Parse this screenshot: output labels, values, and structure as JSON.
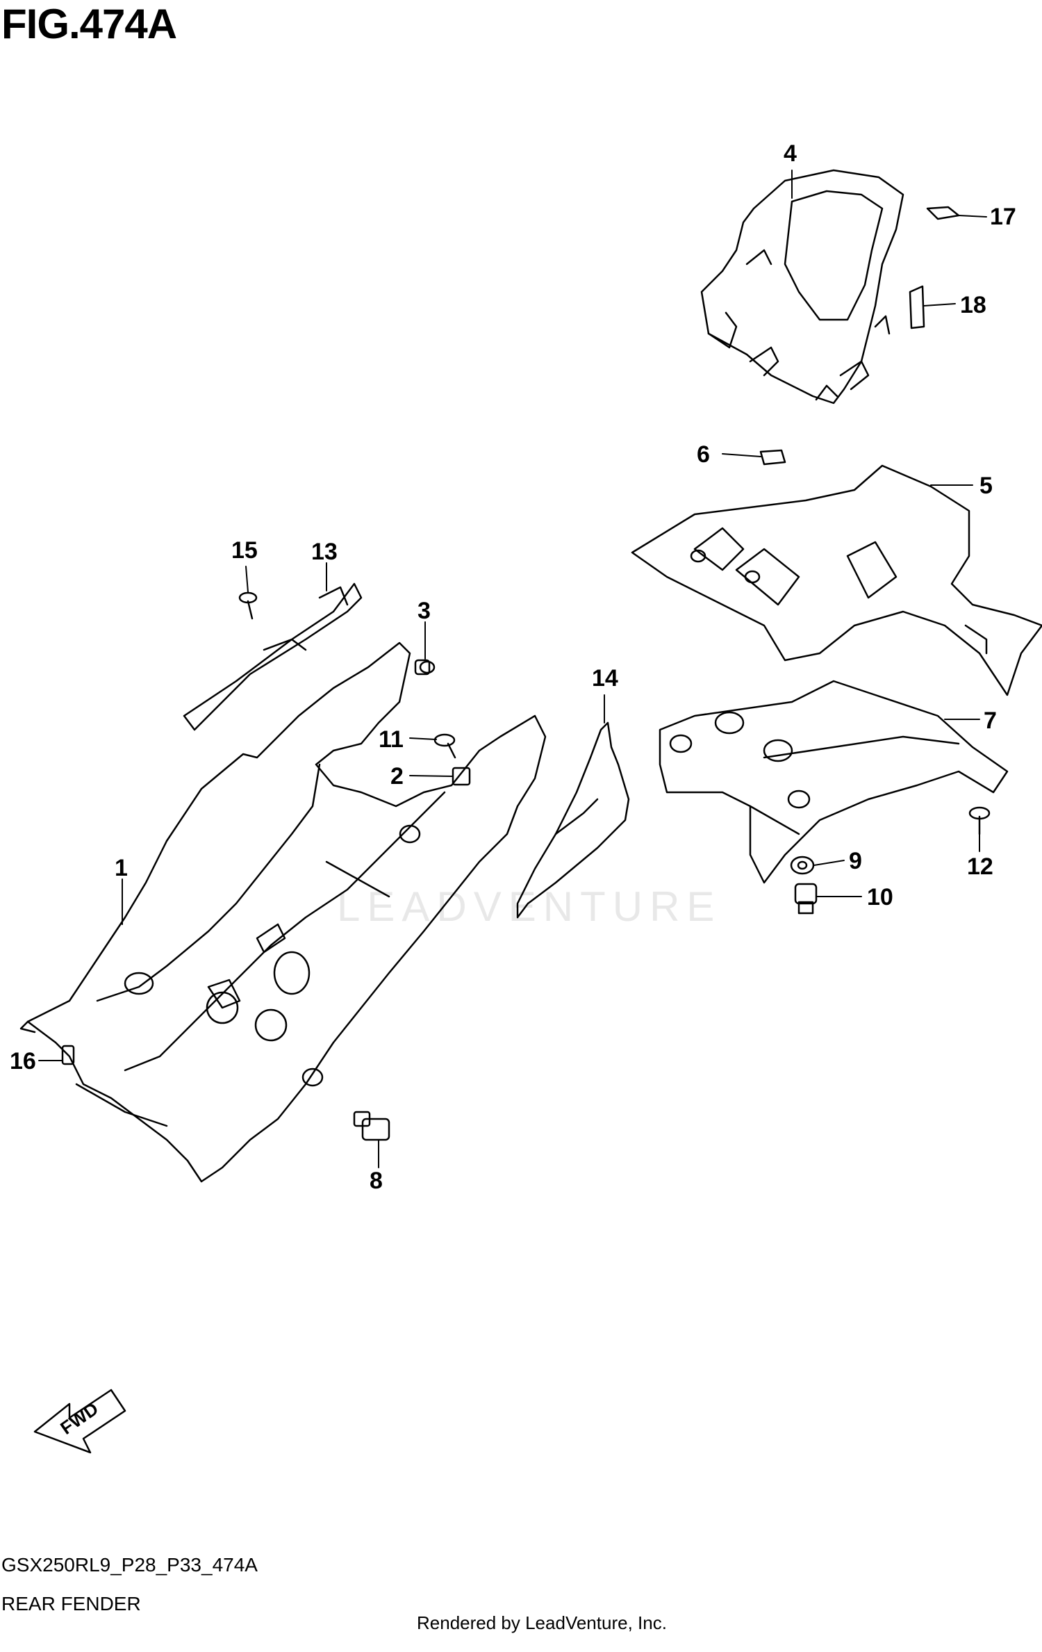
{
  "figure": {
    "title": "FIG.474A"
  },
  "callouts": [
    "1",
    "2",
    "3",
    "4",
    "5",
    "6",
    "7",
    "8",
    "9",
    "10",
    "11",
    "12",
    "13",
    "14",
    "15",
    "16",
    "17",
    "18"
  ],
  "fwd": {
    "label": "FWD"
  },
  "footer": {
    "model_code": "GSX250RL9_P28_P33_474A",
    "section_name": "REAR FENDER",
    "rendered_by": "Rendered by LeadVenture, Inc."
  },
  "watermark": {
    "text": "LEADVENTURE"
  },
  "colors": {
    "line": "#000000",
    "background": "#ffffff",
    "watermark": "#e8e8e8"
  }
}
